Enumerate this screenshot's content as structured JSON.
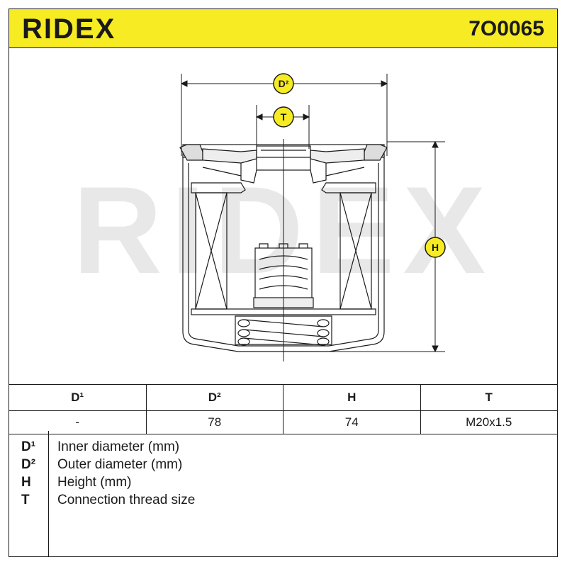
{
  "header": {
    "brand": "RIDEX",
    "part_number": "7O0065"
  },
  "drawing": {
    "watermark": "RIDEX",
    "labels": {
      "d2": "D²",
      "t": "T",
      "h": "H"
    }
  },
  "table": {
    "headers": [
      "D¹",
      "D²",
      "H",
      "T"
    ],
    "values": [
      "-",
      "78",
      "74",
      "M20x1.5"
    ]
  },
  "legend": [
    {
      "key": "D¹",
      "desc": "Inner diameter (mm)"
    },
    {
      "key": "D²",
      "desc": "Outer diameter (mm)"
    },
    {
      "key": "H",
      "desc": "Height (mm)"
    },
    {
      "key": "T",
      "desc": "Connection thread size"
    }
  ],
  "colors": {
    "header_bg": "#f7ec24",
    "badge_fill": "#f7ec24",
    "line": "#1a1a1a",
    "watermark": "#e6e6e6"
  }
}
